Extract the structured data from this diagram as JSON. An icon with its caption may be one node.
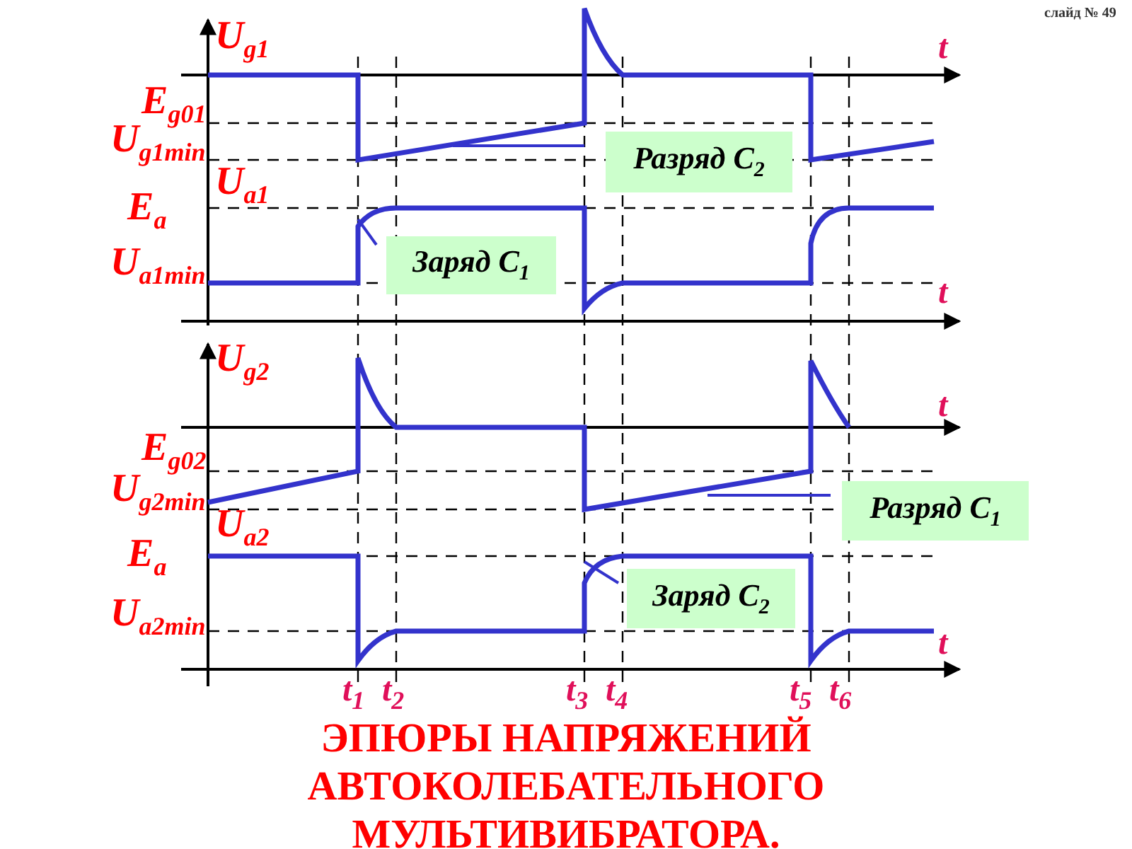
{
  "diagram": {
    "caption": "ЭПЮРЫ НАПРЯЖЕНИЙ АВТОКОЛЕБАТЕЛЬНОГО МУЛЬТИВИБРАТОРА.",
    "nodes": [
      {
        "text": [
          "Разряд C$_{2}$"
        ]
      },
      {
        "text": [
          "Заряд C$_{1}$"
        ]
      },
      {
        "text": [
          "Разряд C$_{1}$"
        ]
      },
      {
        "text": [
          "Заряд C$_{2}$"
        ]
      }
    ],
    "labels": [
      "слайд № 49",
      "U$_{g1}$",
      "t",
      "E$_{g01}$",
      "U$_{g1min}$",
      "U$_{a1}$",
      "E$_{a}$",
      "U$_{a1min}$",
      "t",
      "U$_{g2}$",
      "t",
      "E$_{g02}$",
      "U$_{g2min}$",
      "U$_{a2}$",
      "E$_{a}$",
      "U$_{a2min}$",
      "t",
      "t$_{1}$",
      "t$_{2}$",
      "t$_{3}$",
      "t$_{4}$",
      "t$_{5}$",
      "t$_{6}$"
    ]
  }
}
